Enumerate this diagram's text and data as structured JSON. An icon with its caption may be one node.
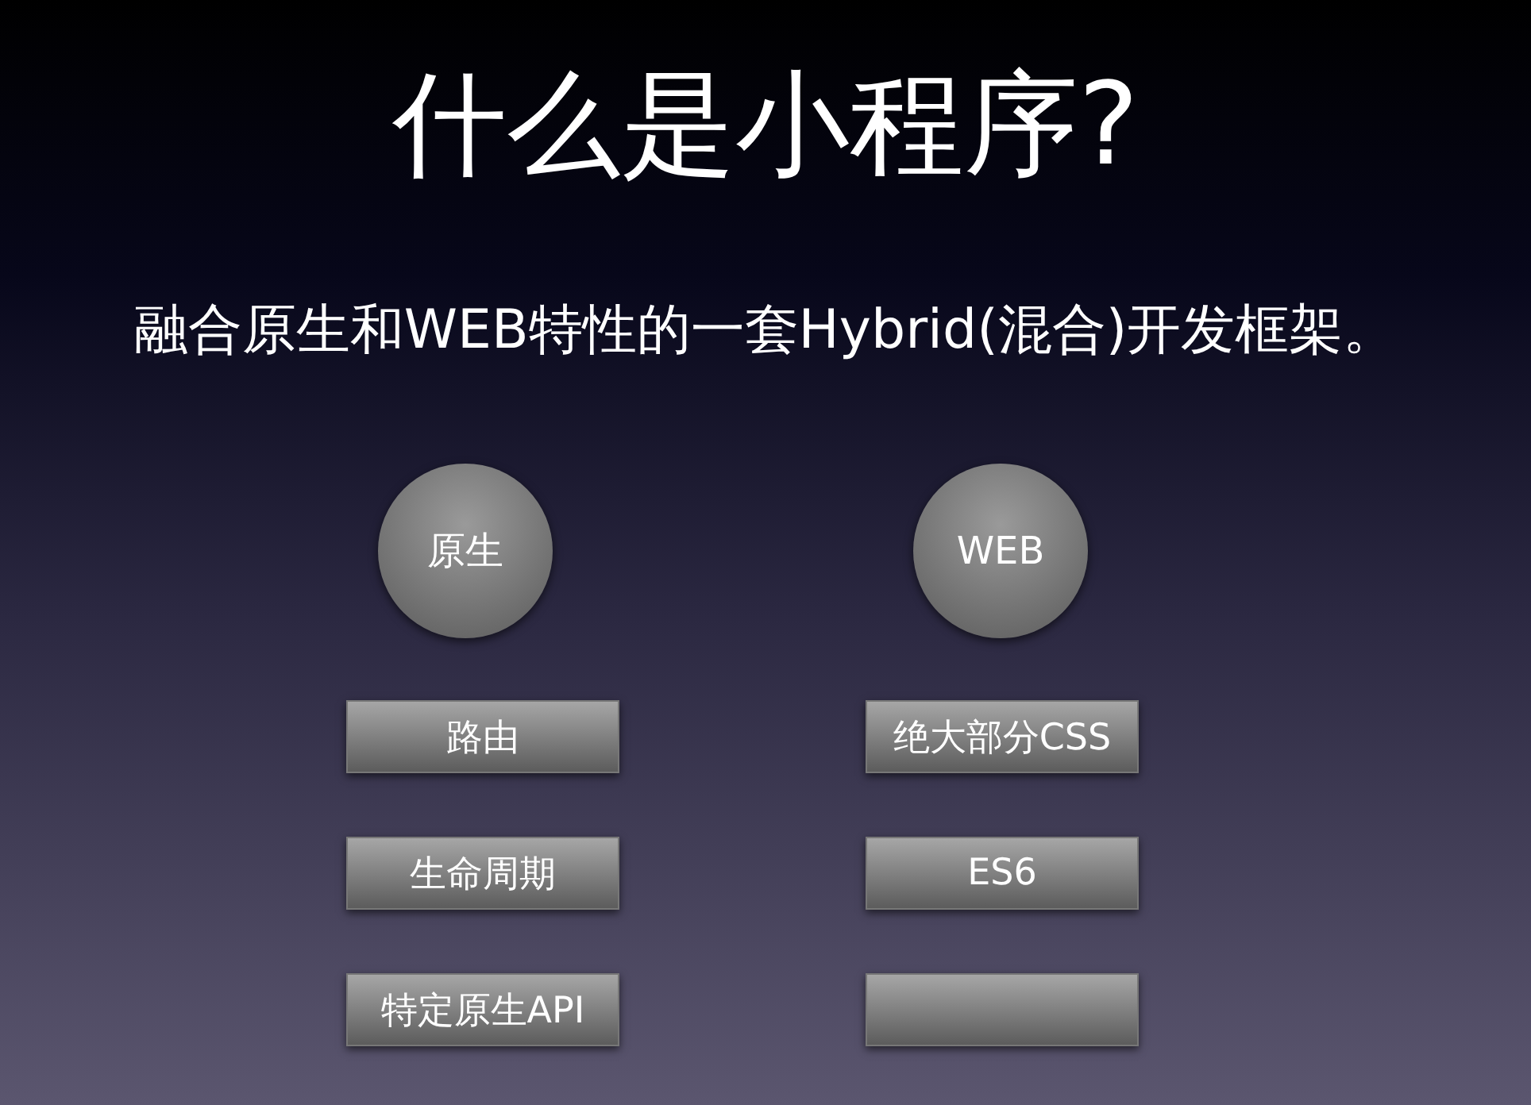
{
  "diagram": {
    "title": "什么是小程序?",
    "nodes": [
      {
        "text": [
          "原生"
        ]
      },
      {
        "text": [
          "WEB"
        ]
      },
      {
        "text": [
          "路由"
        ]
      },
      {
        "text": [
          "绝大部分CSS"
        ]
      },
      {
        "text": [
          "生命周期"
        ]
      },
      {
        "text": [
          "ES6"
        ]
      },
      {
        "text": [
          "特定原生API"
        ]
      },
      {
        "text": [],
        "shape": "box"
      }
    ],
    "edges": [],
    "labels": [
      "融合原生和WEB特性的一套Hybrid(混合)开发框架。"
    ]
  }
}
